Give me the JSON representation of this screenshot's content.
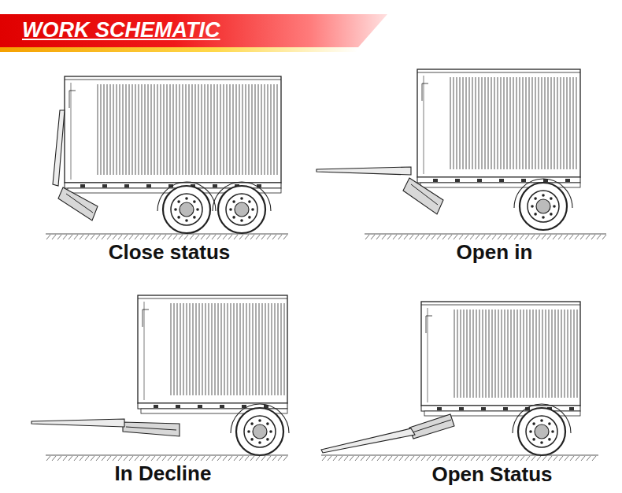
{
  "diagram": {
    "title": "WORK SCHEMATIC",
    "labels": [
      "Close status",
      "Open in",
      "In Decline",
      "Open Status"
    ]
  }
}
